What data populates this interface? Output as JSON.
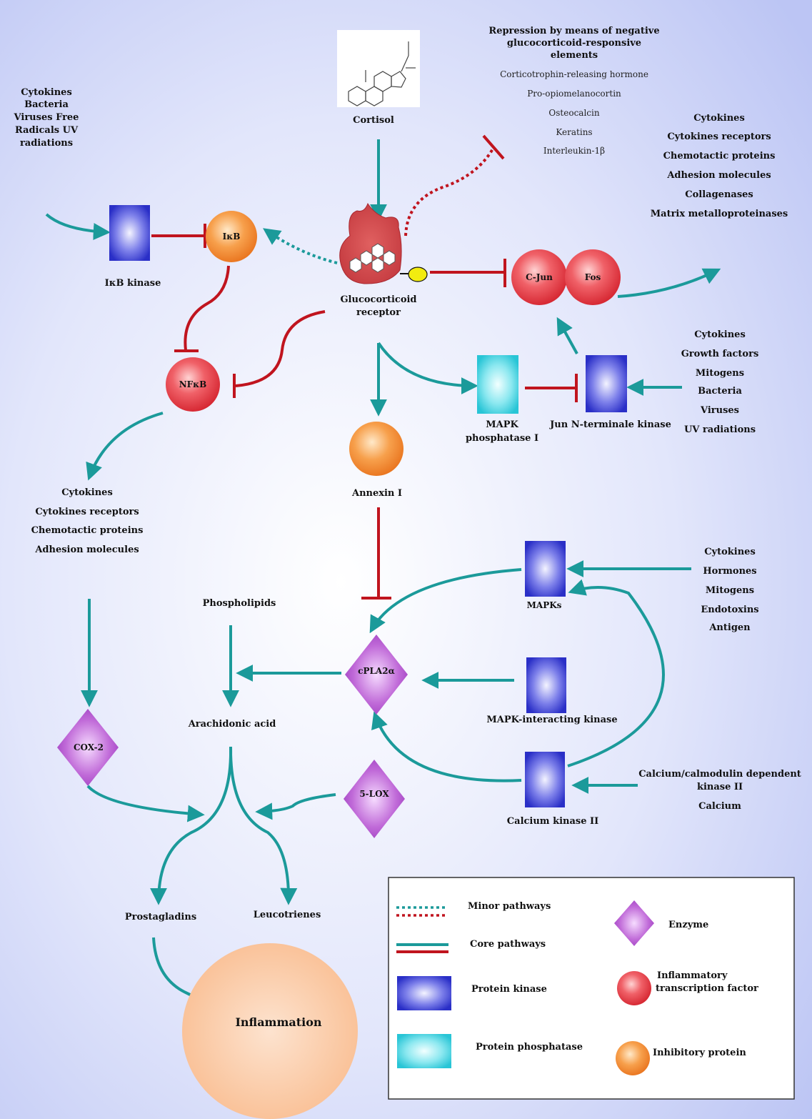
{
  "colors": {
    "core": "#1b9a9a",
    "inhibit": "#c0141e",
    "kinase": "#4b4fd6",
    "phosphatase": "#46d3e0",
    "enzyme": "#b95ad6",
    "transcription": "#e23a44",
    "inhibitory": "#f28a2e",
    "inflammation": "#fbc79d",
    "background": "#c4ccf6"
  },
  "top": {
    "cortisol": "Cortisol",
    "repression_title": [
      "Repression by means of negative",
      "glucocorticoid-responsive",
      "elements"
    ],
    "repressed_genes": [
      "Corticotrophin-releasing hormone",
      "Pro-opiomelanocortin",
      "Osteocalcin",
      "Keratins",
      "Interleukin-1β"
    ]
  },
  "stimuli": {
    "left_top": [
      "Cytokines",
      "Bacteria",
      "Viruses Free",
      "Radicals  UV",
      "radiations"
    ],
    "right_top": [
      "Cytokines",
      "Cytokines receptors",
      "Chemotactic proteins",
      "Adhesion molecules",
      "Collagenases",
      "Matrix metalloproteinases"
    ],
    "right_mid": [
      "Cytokines",
      "Growth factors",
      "Mitogens",
      "Bacteria",
      "Viruses",
      "UV radiations"
    ],
    "left_mid": [
      "Cytokines",
      "Cytokines receptors",
      "Chemotactic proteins",
      "Adhesion molecules"
    ],
    "right_lower": [
      "Cytokines",
      "Hormones",
      "Mitogens",
      "Endotoxins",
      "Antigen"
    ],
    "calcium_inputs": [
      "Calcium/calmodulin dependent",
      "kinase II",
      "Calcium"
    ]
  },
  "nodes": {
    "ikb": "IκB",
    "ikb_kinase": "IκB kinase",
    "gr": [
      "Glucocorticoid",
      "receptor"
    ],
    "cjun": "C-Jun",
    "fos": "Fos",
    "nfkb": "NFκB",
    "mapk_phosphatase": [
      "MAPK",
      "phosphatase I"
    ],
    "jnk": "Jun N-terminale kinase",
    "annexin": "Annexin I",
    "mapks": "MAPKs",
    "phospholipids": "Phospholipids",
    "cpla2": "cPLA2α",
    "mapk_interacting": "MAPK-interacting kinase",
    "arachidonic": "Arachidonic acid",
    "cox2": "COX-2",
    "lox5": "5-LOX",
    "calcium_kinase": "Calcium kinase II",
    "prostagladins": "Prostagladins",
    "leucotrienes": "Leucotrienes",
    "inflammation": "Inflammation"
  },
  "legend": {
    "minor": "Minor pathways",
    "core": "Core  pathways",
    "kinase": "Protein kinase",
    "phosphatase": "Protein phosphatase",
    "enzyme": "Enzyme",
    "transcription": [
      "Inflammatory",
      "transcription factor"
    ],
    "inhibitory": "Inhibitory protein"
  }
}
